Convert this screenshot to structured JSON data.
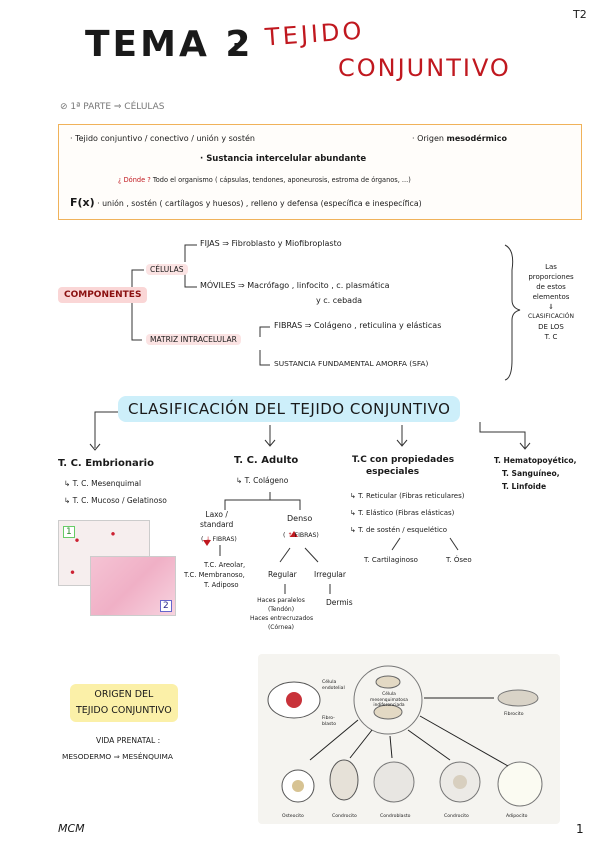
{
  "header": {
    "corner_tag": "T2",
    "tema": "TEMA 2",
    "colon": ":",
    "title_line1": "TEJIDO",
    "title_line2": "CONJUNTIVO"
  },
  "parte": {
    "marker": "⊘",
    "label": "1ª PARTE ⇒ CÉLULAS"
  },
  "intro_box": {
    "line1": "· Tejido conjuntivo / conectivo / unión y sostén",
    "line1_right_prefix": "· Origen",
    "line1_right_bold": "mesodérmico",
    "line2": "· Sustancia intercelular abundante",
    "line3_question": "¿ Dónde ?",
    "line3_answer": "Todo el organismo ( cápsulas, tendones, aponeurosis, estroma de órganos, ...)",
    "line4_fx": "F(x)",
    "line4_text": "· unión , sostén ( cartílagos y huesos) , relleno y defensa (específica e inespecífica)"
  },
  "componentes": {
    "label": "COMPONENTES",
    "celulas": "CÉLULAS",
    "fijas": "FIJAS ⇒ Fibroblasto y Miofibroplasto",
    "moviles": "MÓVILES ⇒ Macrófago , linfocito , c. plasmática",
    "moviles2": "y  c. cebada",
    "matriz": "MATRIZ INTRACELULAR",
    "fibras": "FIBRAS ⇒ Colágeno , reticulina y elásticas",
    "sustancia": "SUSTANCIA FUNDAMENTAL AMORFA (SFA)",
    "side_note": [
      "Las",
      "proporciones",
      "de estos",
      "elementos",
      "⇓",
      "CLASIFICACIÓN",
      "DE LOS",
      "T. C"
    ]
  },
  "clasificacion": {
    "title": "CLASIFICACIÓN DEL TEJIDO CONJUNTIVO",
    "embrionario": {
      "title": "T. C. Embrionario",
      "items": [
        "↳ T. C. Mesenquimal",
        "↳ T. C. Mucoso / Gelatinoso"
      ],
      "panel1": "1",
      "panel2": "2"
    },
    "adulto": {
      "title": "T. C. Adulto",
      "sub": "↳ T. Colágeno",
      "laxo": [
        "Laxo /",
        "standard"
      ],
      "laxo_fibras": "FIBRAS",
      "laxo_items": [
        "T.C. Areolar,",
        "T.C. Membranoso,",
        "T. Adiposo"
      ],
      "denso": "Denso",
      "denso_fibras": "FIBRAS",
      "regular": "Regular",
      "irregular": "Irregular",
      "regular_items": [
        "Haces paralelos",
        "(Tendón)",
        "Haces entrecruzados",
        "(Córnea)"
      ],
      "dermis": "Dermis"
    },
    "propiedades": {
      "title": [
        "T.C con propiedades",
        "especiales"
      ],
      "items": [
        "↳ T. Reticular (Fibras reticulares)",
        "↳ T. Elástico (Fibras elásticas)",
        "↳ T. de sostén / esquelético"
      ],
      "cartilaginoso": "T. Cartilaginoso",
      "oseo": "T. Óseo"
    },
    "hematopoyetico": [
      "T. Hematopoyético,",
      "T. Sanguíneo,",
      "T. Linfoide"
    ]
  },
  "origen": {
    "title": [
      "ORIGEN DEL",
      "TEJIDO CONJUNTIVO"
    ],
    "vida": "VIDA PRENATAL :",
    "mesodermo": "MESODERMO ⇒ MESÉNQUIMA"
  },
  "diagram_labels": {
    "celula_endotelial": [
      "Célula",
      "endotelial"
    ],
    "fibroblasto_label": [
      "Fibro-",
      "blasto"
    ],
    "celula_mesenquimal": [
      "Célula",
      "mesenquimatosa",
      "indiferenciada"
    ],
    "fibrocito": "Fibrocito",
    "bottom": [
      "Osteocito",
      "Condrocito",
      "Condroblasto",
      "Condrocito",
      "Adipocito"
    ]
  },
  "footer": {
    "signature": "MCM",
    "page": "1"
  },
  "colors": {
    "accent_red": "#c0181f",
    "box_border": "#f0b25a",
    "highlight_pink": "#fad6d6",
    "highlight_blue": "#cdeffa",
    "highlight_yellow": "#fbf0a8"
  }
}
